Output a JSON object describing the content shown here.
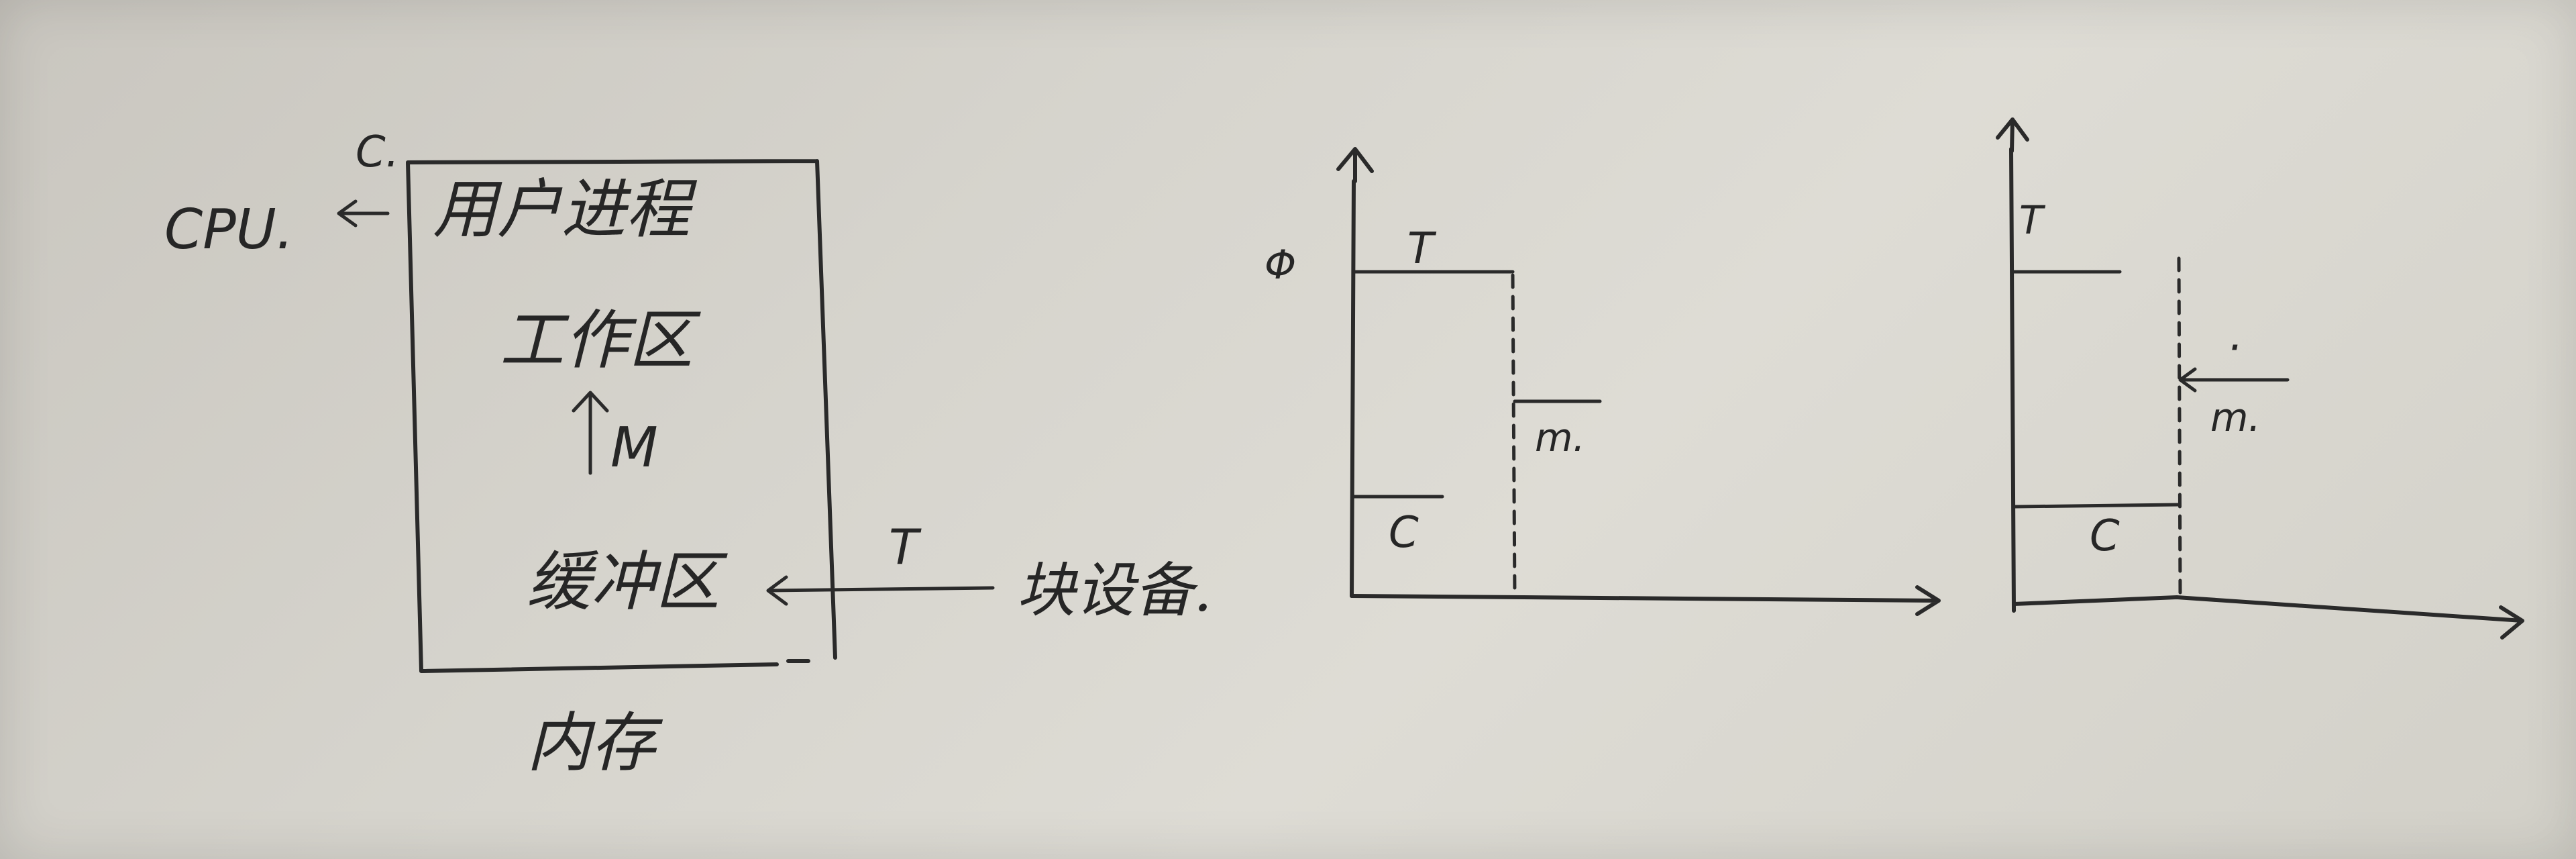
{
  "colors": {
    "paper": "#d4d2cb",
    "ink": "#2a2a2a"
  },
  "memory_diagram": {
    "corner_label": "C.",
    "cpu_label": "CPU.",
    "user_process_label": "用户进程",
    "work_area_label": "工作区",
    "arrow_label": "M",
    "buffer_label": "缓冲区",
    "transfer_label": "T",
    "block_device_label": "块设备.",
    "memory_label": "内存"
  },
  "timing_chart_1": {
    "y_label": "Φ",
    "t_label": "T",
    "m_label": "m.",
    "c_label": "C"
  },
  "timing_chart_2": {
    "t_label": "T",
    "dot_label": "·",
    "m_label": "m.",
    "c_label": "C"
  }
}
